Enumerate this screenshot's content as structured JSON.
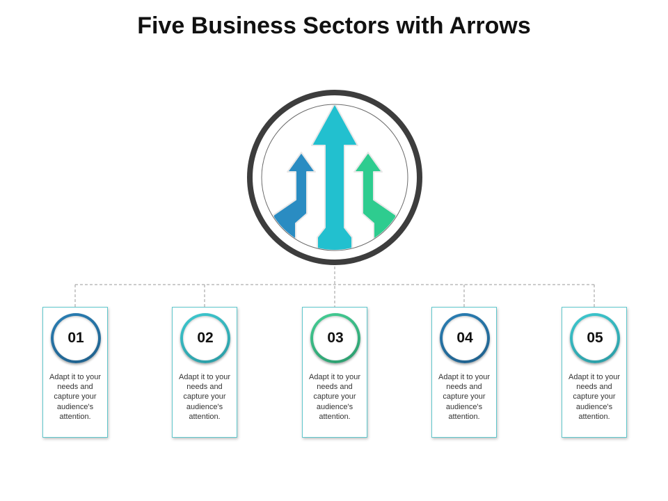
{
  "title": "Five Business Sectors with Arrows",
  "colors": {
    "ring_dark": "#3d3d3d",
    "arrow_left": "#2a8cc2",
    "arrow_center": "#22c0cf",
    "arrow_right": "#2ecc8f",
    "card_border": "#5fc7cc",
    "connector": "#9a9a9a"
  },
  "hub": {
    "icon": "three-arrows-up-icon"
  },
  "sectors": [
    {
      "number": "01",
      "text": "Adapt it to your needs and capture your audience's attention.",
      "color": "#2a7fb5"
    },
    {
      "number": "02",
      "text": "Adapt it to your needs and capture your audience's attention.",
      "color": "#35b8c0"
    },
    {
      "number": "03",
      "text": "Adapt it to your needs and capture your audience's attention.",
      "color": "#3cc08a"
    },
    {
      "number": "04",
      "text": "Adapt it to your needs and capture your audience's attention.",
      "color": "#2a7fb5"
    },
    {
      "number": "05",
      "text": "Adapt it to your needs and capture your audience's attention.",
      "color": "#35b8c0"
    }
  ]
}
